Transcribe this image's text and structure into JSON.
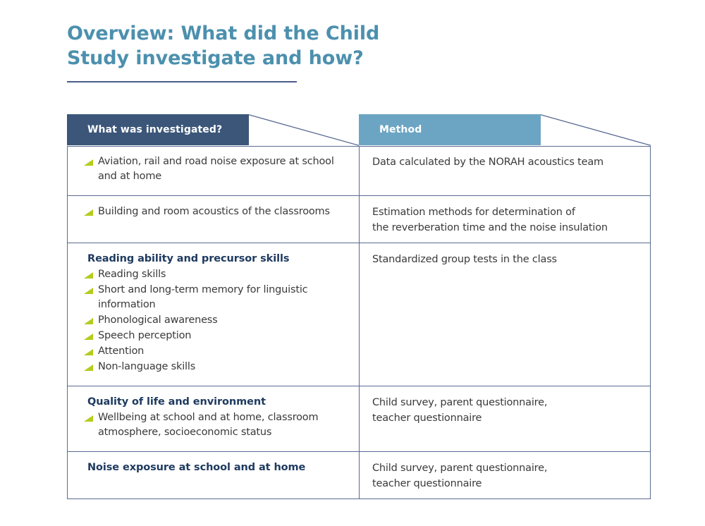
{
  "title": {
    "text": "Overview: What did the Child\nStudy investigate and how?",
    "color": "#4c90ae"
  },
  "colors": {
    "header_dark": "#3b5679",
    "header_light": "#6ca5c3",
    "bullet_green": "#b4cc1c",
    "border": "#5a6a92",
    "heading_blue": "#1e3a5f",
    "body_text": "#3a3a3a"
  },
  "table": {
    "headers": {
      "investigated": "What was investigated?",
      "method": "Method"
    },
    "rows": [
      {
        "heading": "",
        "bullets": [
          "Aviation, rail and road noise exposure at school and at home"
        ],
        "method": "Data calculated by the NORAH acoustics team"
      },
      {
        "heading": "",
        "bullets": [
          "Building and room acoustics of the classrooms"
        ],
        "method": "Estimation methods for determination of\nthe reverberation time and the noise insulation"
      },
      {
        "heading": "Reading ability and precursor skills",
        "bullets": [
          "Reading skills",
          "Short and long-term memory for linguistic information",
          "Phonological awareness",
          "Speech perception",
          "Attention",
          "Non-language skills"
        ],
        "method": "Standardized group tests in the class"
      },
      {
        "heading": "Quality of life and environment",
        "bullets": [
          "Wellbeing at school and at home, classroom atmosphere, socioeconomic status"
        ],
        "method": "Child survey, parent questionnaire,\nteacher questionnaire"
      },
      {
        "heading": "Noise exposure at school and at home",
        "bullets": [],
        "method": "Child survey, parent questionnaire,\nteacher questionnaire"
      }
    ]
  }
}
